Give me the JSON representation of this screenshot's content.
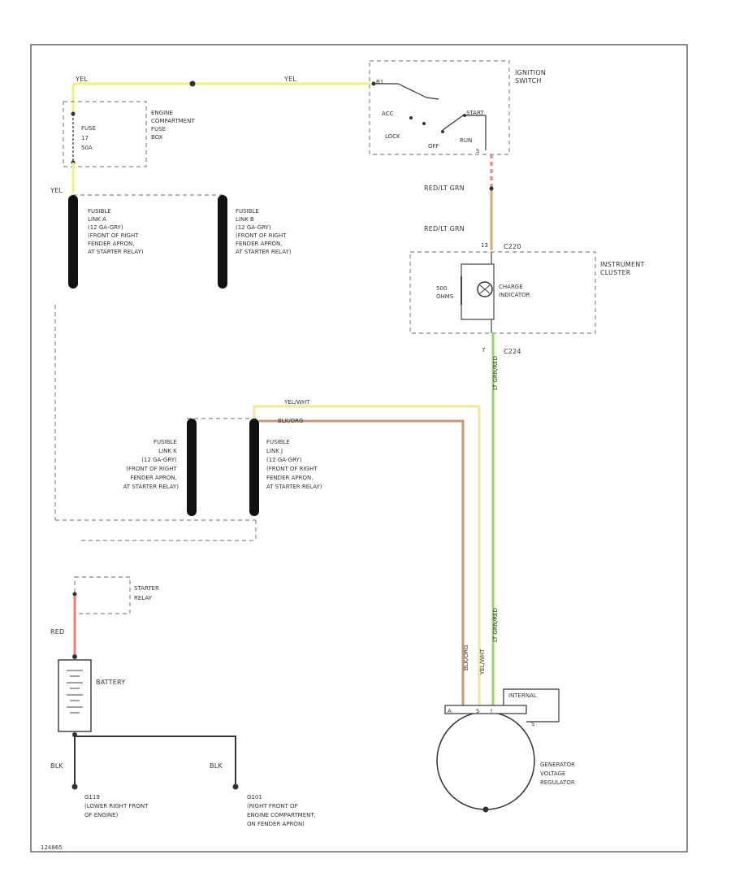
{
  "components": {
    "ignition_switch": {
      "label_lines": [
        "IGNITION",
        "SWITCH"
      ],
      "positions": {
        "acc": "ACC",
        "lock": "LOCK",
        "off": "OFF",
        "run": "RUN",
        "start": "START",
        "b1": "B1",
        "s": "S"
      }
    },
    "fuse_box": {
      "fuse_lines": [
        "FUSE",
        "17",
        "50A"
      ],
      "label_lines": [
        "ENGINE",
        "COMPARTMENT",
        "FUSE",
        "BOX"
      ]
    },
    "fusible_link_a": [
      "FUSIBLE",
      "LINK A",
      "(12 GA-GRY)",
      "(FRONT OF RIGHT",
      "FENDER APRON,",
      "AT STARTER RELAY)"
    ],
    "fusible_link_b": [
      "FUSIBLE",
      "LINK B",
      "(12 GA-GRY)",
      "(FRONT OF RIGHT",
      "FENDER APRON,",
      "AT STARTER RELAY)"
    ],
    "fusible_link_k": [
      "FUSIBLE",
      "LINK K",
      "(12 GA-GRY)",
      "(FRONT OF RIGHT",
      "FENDER APRON,",
      "AT STARTER RELAY)"
    ],
    "fusible_link_j": [
      "FUSIBLE",
      "LINK J",
      "(12 GA-GRY)",
      "(FRONT OF RIGHT",
      "FENDER APRON,",
      "AT STARTER RELAY)"
    ],
    "instrument_cluster": {
      "label_lines": [
        "INSTRUMENT",
        "CLUSTER"
      ],
      "ohm_lines": [
        "500",
        "OHMS"
      ],
      "lamp_lines": [
        "CHARGE",
        "INDICATOR"
      ],
      "connector_top": "C220",
      "connector_bottom": "C224",
      "pin_top": "13",
      "pin_bottom": "7"
    },
    "starter_relay": [
      "STARTER",
      "RELAY"
    ],
    "battery": "BATTERY",
    "generator": {
      "label_lines": [
        "GENERATOR",
        "VOLTAGE",
        "REGULATOR"
      ],
      "terminal_a": "A",
      "terminal_i": "I",
      "terminal_s": "S",
      "internal": "INTERNAL"
    },
    "ground_g119": [
      "G119",
      "(LOWER RIGHT FRONT",
      "OF ENGINE)"
    ],
    "ground_g101": [
      "G101",
      "(RIGHT FRONT OF",
      "ENGINE COMPARTMENT,",
      "ON FENDER APRON)"
    ]
  },
  "wires": {
    "yel_1": "YEL",
    "yel_2": "YEL",
    "yel_3": "YEL",
    "red_lt_grn_1": "RED/LT GRN",
    "red_lt_grn_2": "RED/LT GRN",
    "yel_wht": "YEL/WHT",
    "blk_org": "BLK/ORG",
    "lt_grn_red": "LT GRN/RED",
    "blk_org_v": "BLK/ORG",
    "yel_wht_v": "YEL/WHT",
    "lt_grn_red_v": "LT GRN/RED",
    "red": "RED",
    "blk_1": "BLK",
    "blk_2": "BLK"
  },
  "figure_id": "124865",
  "colors": {
    "yel": "#f2ef7a",
    "red": "#f47a7a",
    "red_lt_grn": "#d9a86a",
    "lt_grn": "#8fd86a",
    "blk_org": "#c4967a",
    "yel_wht": "#eee89a",
    "blk": "#333333"
  }
}
